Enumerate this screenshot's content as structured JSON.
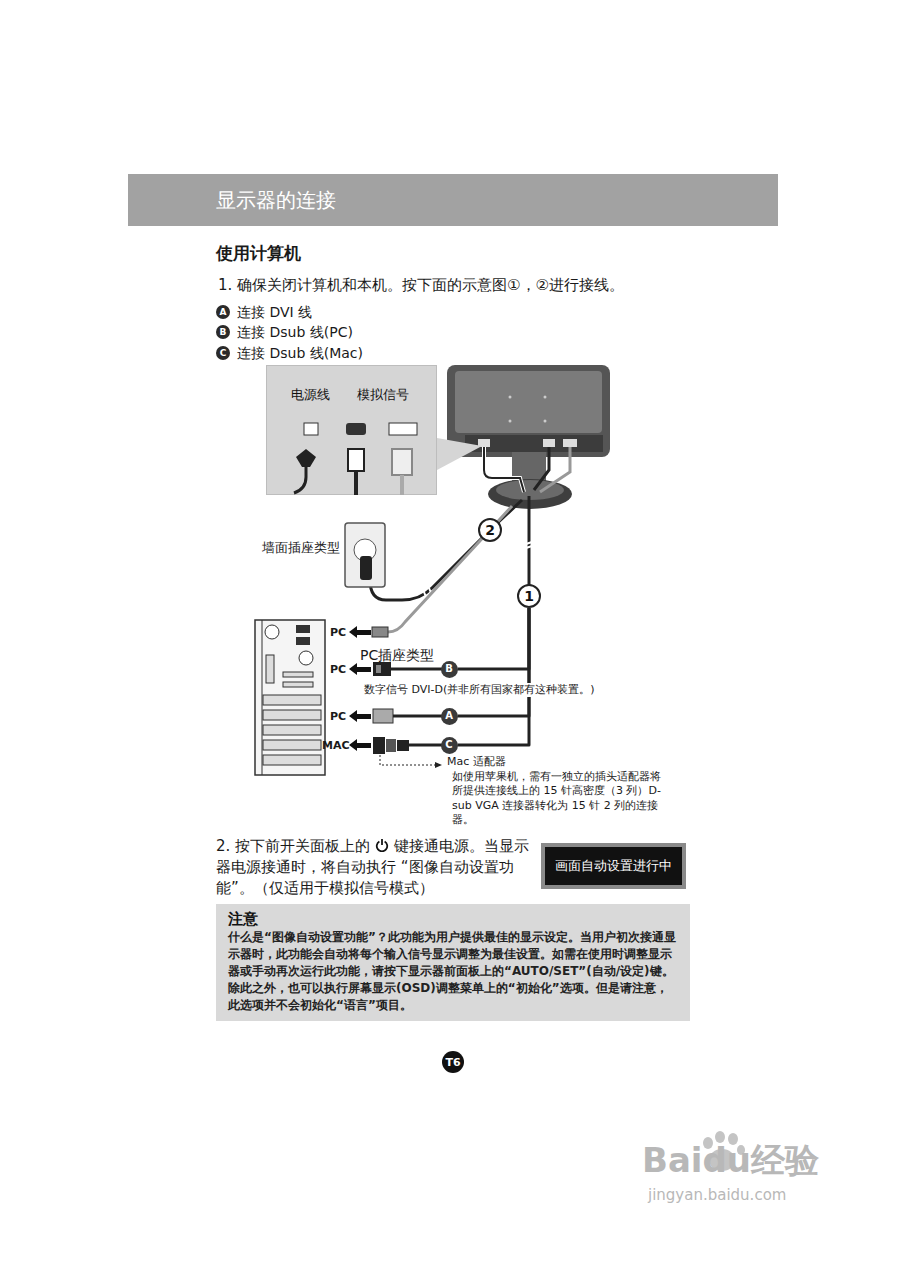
{
  "diagram": {
    "title": "显示器的连接",
    "nodes": [
      {
        "text": [
          "A"
        ]
      },
      {
        "text": [
          "B"
        ]
      },
      {
        "text": [
          "C"
        ]
      },
      {
        "text": [
          "电源线",
          "模拟信号"
        ]
      },
      {
        "text": [
          "2"
        ]
      },
      {
        "text": [
          "1"
        ]
      },
      {
        "text": [
          "B"
        ]
      },
      {
        "text": [
          "A"
        ]
      },
      {
        "text": [
          "C"
        ]
      },
      {
        "text": [
          "画面自动设置进行中"
        ]
      },
      {
        "text": [
          "注意",
          "什么是“图像自动设置功能”？此功能为用户提供最佳的显示设定。当用户初次接通显示器时，此功能会自动将每个输入信号显示调整为最佳设置。如需在使用时调整显示器或手动再次运行此功能，请按下显示器前面板上的“AUTO/SET”(自动/设定)键。除此之外，也可以执行屏幕显示(OSD)调整菜单上的“初始化”选项。但是请注意，此选项并不会初始化“语言”项目。"
        ]
      },
      {
        "text": [
          "T6"
        ]
      }
    ],
    "edges": [
      {
        "from": 5,
        "to": 6,
        "arrow": "none"
      },
      {
        "from": 5,
        "to": 7,
        "arrow": "none"
      },
      {
        "from": 5,
        "to": 8,
        "arrow": "none"
      }
    ],
    "labels": [
      "使用计算机",
      "1. 确保关闭计算机和本机。按下面的示意图①，②进行接线。",
      "连接 DVI 线",
      "连接 Dsub 线(PC)",
      "连接 Dsub 线(Mac)",
      "墙面插座类型",
      "PC",
      "PC插座类型",
      "PC",
      "数字信号 DVI-D(并非所有国家都有这种装置。)",
      "PC",
      "MAC",
      "Mac 适配器",
      "如使用苹果机，需有一独立的插头适配器将所提供连接线上的 15 针高密度（3 列）D-sub VGA 连接器转化为 15 针 2 列的连接器。",
      "2. 按下前开关面板上的",
      "键接通电源。当显示器电源接通时，将自动执行 “图像自动设置功能”。（仅适用于模拟信号模式）",
      "Baidu经验",
      "jingyan.baidu.com"
    ]
  }
}
